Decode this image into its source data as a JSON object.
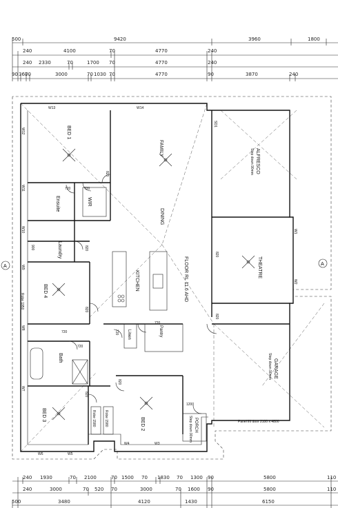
{
  "dimensions_top": [
    {
      "row": 1,
      "values": [
        "500",
        "9420",
        "3960",
        "1800"
      ]
    },
    {
      "row": 2,
      "values": [
        "240",
        "4100",
        "70",
        "4770",
        "240"
      ]
    },
    {
      "row": 3,
      "values": [
        "240",
        "2330",
        "70",
        "1700",
        "70",
        "4770",
        "240"
      ]
    },
    {
      "row": 4,
      "values": [
        "90",
        "360",
        "70",
        "3000",
        "70",
        "1030",
        "70",
        "4770",
        "90",
        "3870",
        "240"
      ]
    }
  ],
  "dimensions_bottom": [
    {
      "row": 1,
      "values": [
        "240",
        "1930",
        "70",
        "2100",
        "70",
        "1500",
        "70",
        "1830",
        "70",
        "1300",
        "90",
        "5800",
        "110"
      ]
    },
    {
      "row": 2,
      "values": [
        "240",
        "3000",
        "70",
        "520",
        "70",
        "3000",
        "70",
        "1600",
        "90",
        "5800",
        "110"
      ]
    },
    {
      "row": 3,
      "values": [
        "500",
        "3480",
        "4120",
        "1430",
        "6150"
      ]
    }
  ],
  "rooms": {
    "bed1": "BED 1",
    "family": "FAMILY",
    "alfresco": "ALFRESCO",
    "alfresco_note": "Step down 90mm",
    "ensuite": "Ensuite",
    "wir": "WIR",
    "dining": "DINING",
    "laundry": "Laundry",
    "theatre": "THEATRE",
    "kitchen": "KITCHEN",
    "floor_rl": "FLOOR RL 11.6 AHD",
    "bed4": "BED 4",
    "robe4": "Robe 1950",
    "linen": "Linen",
    "pantry": "Pantry",
    "garage": "GARAGE",
    "garage_note": "Step down 90mm",
    "bath": "Bath",
    "bed3": "BED 3",
    "robe3": "Robe 1580",
    "robe2": "Robe 1580",
    "bed2": "BED 2",
    "porch": "PORCH",
    "porch_note": "Step down 90mm",
    "panel_door": "Panel lift door 2100 x 4800"
  },
  "door_labels": {
    "d720_ensuite": "720",
    "d720_wir": "720",
    "d820_bed1": "820",
    "d820_laundry": "820",
    "d820_theatre": "820",
    "d820_bed4": "820",
    "d720_linen": "720",
    "d720_pantry": "720",
    "d720_bath_a": "720",
    "d720_bath_b": "720",
    "d820_garage": "820",
    "d820_bed3": "820",
    "d820_bed2": "820",
    "d1200_porch": "1200",
    "d900_laundry": "900"
  },
  "window_labels": {
    "w13": "W13",
    "w14": "W14",
    "w12": "W12",
    "w11": "W11",
    "w10": "W10",
    "w9": "W9",
    "w8": "W8",
    "w7": "W7",
    "w6": "W6",
    "w5": "W5",
    "w4": "W4",
    "w3": "W3",
    "w1": "W1",
    "w2": "W2",
    "sd1": "SD1"
  },
  "section_markers": {
    "left": "A",
    "right": "A"
  }
}
